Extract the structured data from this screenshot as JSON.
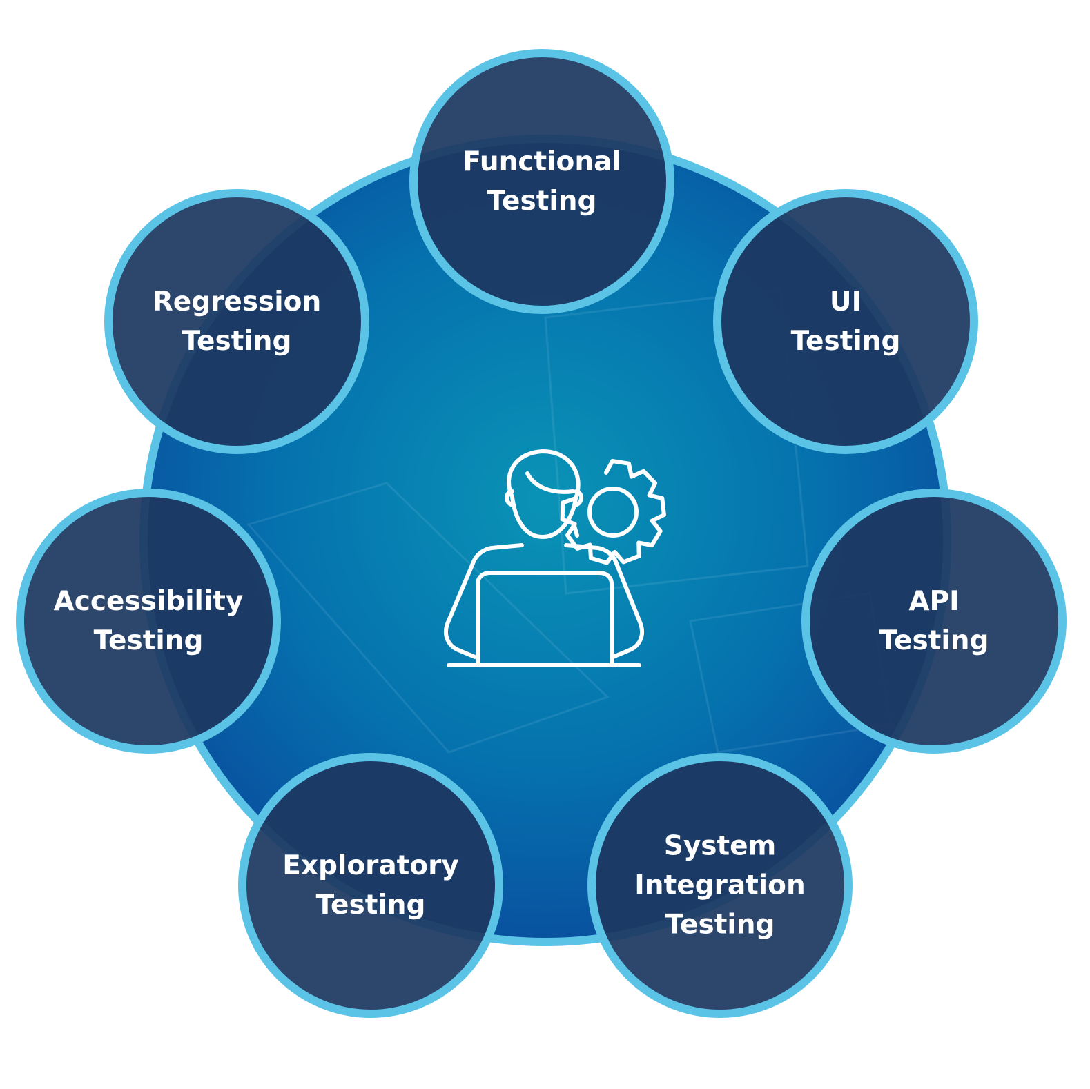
{
  "nodes": [
    {
      "id": "functional-testing",
      "lines": [
        "Functional",
        "Testing"
      ]
    },
    {
      "id": "ui-testing",
      "lines": [
        "UI",
        "Testing"
      ]
    },
    {
      "id": "api-testing",
      "lines": [
        "API",
        "Testing"
      ]
    },
    {
      "id": "system-integration-testing",
      "lines": [
        "System",
        "Integration",
        "Testing"
      ]
    },
    {
      "id": "exploratory-testing",
      "lines": [
        "Exploratory",
        "Testing"
      ]
    },
    {
      "id": "accessibility-testing",
      "lines": [
        "Accessibility",
        "Testing"
      ]
    },
    {
      "id": "regression-testing",
      "lines": [
        "Regression",
        "Testing"
      ]
    }
  ],
  "center_icon": "tester-with-laptop-and-gear-icon",
  "colors": {
    "ring_border": "#5bc3e6",
    "node_fill": "#1d3861",
    "center_light": "#0a93b6",
    "center_mid": "#0572ae",
    "center_dark": "#0a4a9c",
    "icon_stroke": "#ffffff"
  }
}
